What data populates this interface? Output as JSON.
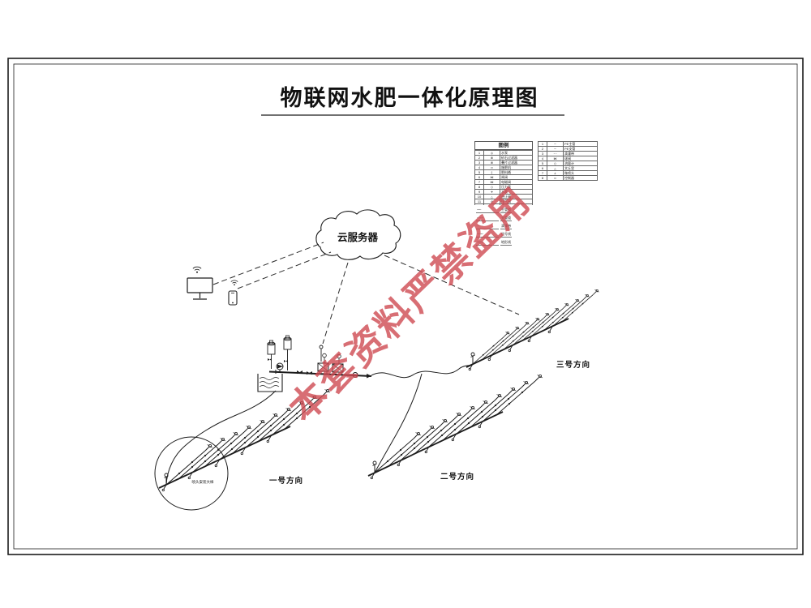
{
  "title": "物联网水肥一体化原理图",
  "watermark": {
    "text": "本套资料严禁盗用",
    "color": "#cf4a52"
  },
  "cloud": {
    "label": "云服务器"
  },
  "fields": [
    {
      "label": "一号方向"
    },
    {
      "label": "二号方向"
    },
    {
      "label": "三号方向"
    }
  ],
  "detail": {
    "label": "喷头安装大样"
  },
  "legend_left": {
    "title": "图例",
    "rows": [
      [
        "1",
        "◎",
        "水泵"
      ],
      [
        "2",
        "⊠",
        "砂石过滤器"
      ],
      [
        "3",
        "⊠",
        "叠片过滤器"
      ],
      [
        "4",
        "▭",
        "施肥机"
      ],
      [
        "5",
        "▯",
        "肥料桶"
      ],
      [
        "6",
        "⋈",
        "闸阀"
      ],
      [
        "7",
        "⋈",
        "电磁阀"
      ],
      [
        "8",
        "◯",
        "压力表"
      ],
      [
        "9",
        "⌖",
        "水表"
      ],
      [
        "10",
        "△",
        "逆止阀"
      ],
      [
        "11",
        "∅",
        "排气阀"
      ],
      [
        "12",
        "⊥",
        "喷头"
      ]
    ]
  },
  "legend_right": {
    "rows": [
      [
        "1",
        "—",
        "PE主管"
      ],
      [
        "2",
        "—",
        "PE支管"
      ],
      [
        "3",
        "--",
        "滴灌带"
      ],
      [
        "4",
        "⋈",
        "球阀"
      ],
      [
        "5",
        "◯",
        "流量计"
      ],
      [
        "6",
        "△",
        "文丘里"
      ],
      [
        "7",
        "⊥",
        "微喷头"
      ],
      [
        "8",
        "▭",
        "控制器"
      ]
    ]
  },
  "legend_lines": {
    "rows": [
      [
        "———",
        "主管道"
      ],
      [
        "— — —",
        "支管道"
      ],
      [
        "-----",
        "滴灌带"
      ],
      [
        "—·—·—",
        "信号线"
      ],
      [
        "~~~~~",
        "地形线"
      ]
    ]
  },
  "colors": {
    "line": "#1c1c1c",
    "watermark": "#cf4a52"
  },
  "icons": {
    "wifi": "wifi-arcs",
    "monitor": "screen-with-stand",
    "phone": "smartphone",
    "cloud": "scalloped-cloud",
    "sprinkler": "lollipop-head",
    "valve": "bowtie"
  }
}
